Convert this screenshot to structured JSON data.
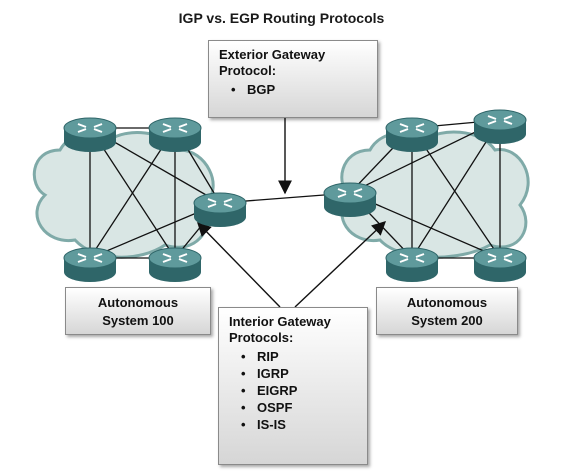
{
  "title": "IGP vs. EGP Routing Protocols",
  "egp_box": {
    "heading_line1": "Exterior Gateway",
    "heading_line2": "Protocol:",
    "items": [
      "BGP"
    ]
  },
  "igp_box": {
    "heading_line1": "Interior Gateway",
    "heading_line2": "Protocols:",
    "items": [
      "RIP",
      "IGRP",
      "EIGRP",
      "OSPF",
      "IS-IS"
    ]
  },
  "as_left": {
    "line1": "Autonomous",
    "line2": "System 100"
  },
  "as_right": {
    "line1": "Autonomous",
    "line2": "System 200"
  },
  "colors": {
    "router_top": "#5f9a9c",
    "router_side": "#2f6669",
    "cloud": "#d9e6e4",
    "cloud_outline": "#7faaa8",
    "line": "#111111"
  }
}
